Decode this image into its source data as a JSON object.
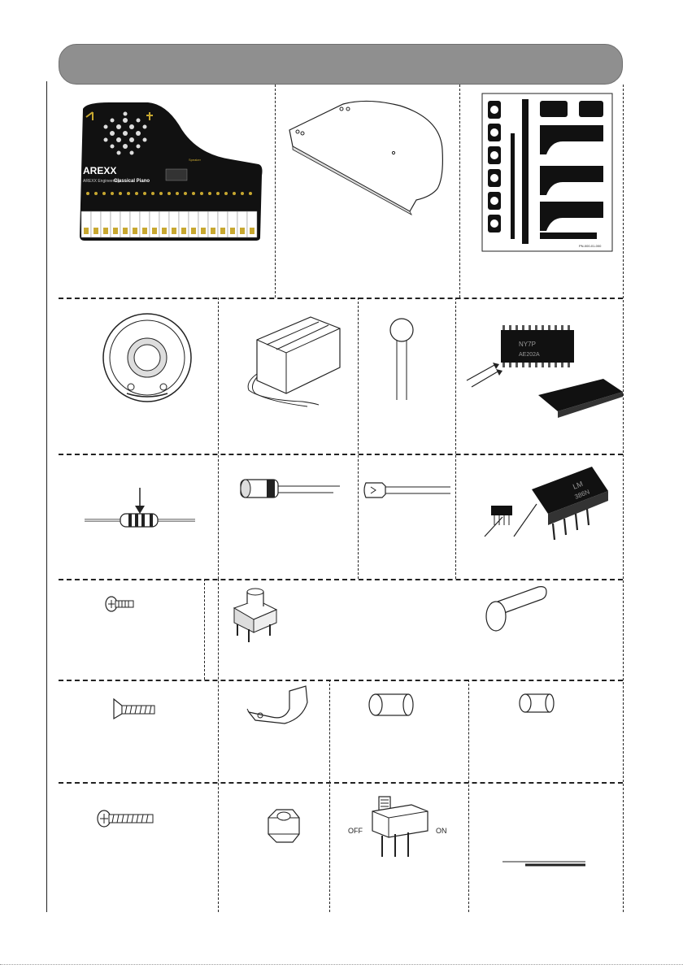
{
  "header": {
    "title": ""
  },
  "pcb": {
    "logo": "AREXX",
    "company": "AREXX Engineering",
    "product": "Classical Piano",
    "speaker_label": "Speaker"
  },
  "ic_chip": {
    "marking_line1": "NY7P",
    "marking_line2": "AE202A"
  },
  "lm_chip": {
    "marking_line1": "LM",
    "marking_line2": "386N"
  },
  "switch": {
    "off_label": "OFF",
    "on_label": "ON"
  },
  "sticker_sheet": {
    "code": "PN-000-01-000"
  },
  "colors": {
    "header_bg": "#8f8f8f",
    "pcb_black": "#111111",
    "pad_gold": "#c8a830"
  }
}
